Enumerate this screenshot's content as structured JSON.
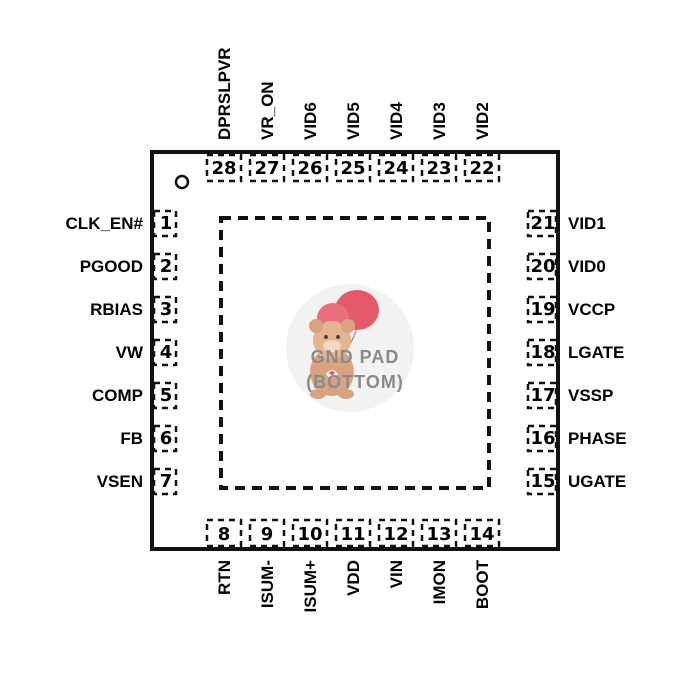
{
  "diagram": {
    "title": "",
    "center_pad": {
      "line1": "GND PAD",
      "line2": "(BOTTOM)"
    },
    "watermark": "teddy-bear-with-heart-balloon",
    "pins": {
      "left": [
        {
          "num": "1",
          "name": "CLK_EN#"
        },
        {
          "num": "2",
          "name": "PGOOD"
        },
        {
          "num": "3",
          "name": "RBIAS"
        },
        {
          "num": "4",
          "name": "VW"
        },
        {
          "num": "5",
          "name": "COMP"
        },
        {
          "num": "6",
          "name": "FB"
        },
        {
          "num": "7",
          "name": "VSEN"
        }
      ],
      "bottom": [
        {
          "num": "8",
          "name": "RTN"
        },
        {
          "num": "9",
          "name": "ISUM-"
        },
        {
          "num": "10",
          "name": "ISUM+"
        },
        {
          "num": "11",
          "name": "VDD"
        },
        {
          "num": "12",
          "name": "VIN"
        },
        {
          "num": "13",
          "name": "IMON"
        },
        {
          "num": "14",
          "name": "BOOT"
        }
      ],
      "right": [
        {
          "num": "15",
          "name": "UGATE"
        },
        {
          "num": "16",
          "name": "PHASE"
        },
        {
          "num": "17",
          "name": "VSSP"
        },
        {
          "num": "18",
          "name": "LGATE"
        },
        {
          "num": "19",
          "name": "VCCP"
        },
        {
          "num": "20",
          "name": "VID0"
        },
        {
          "num": "21",
          "name": "VID1"
        }
      ],
      "top": [
        {
          "num": "22",
          "name": "VID2"
        },
        {
          "num": "23",
          "name": "VID3"
        },
        {
          "num": "24",
          "name": "VID4"
        },
        {
          "num": "25",
          "name": "VID5"
        },
        {
          "num": "26",
          "name": "VID6"
        },
        {
          "num": "27",
          "name": "VR_ON"
        },
        {
          "num": "28",
          "name": "DPRSLPVR"
        }
      ]
    }
  }
}
